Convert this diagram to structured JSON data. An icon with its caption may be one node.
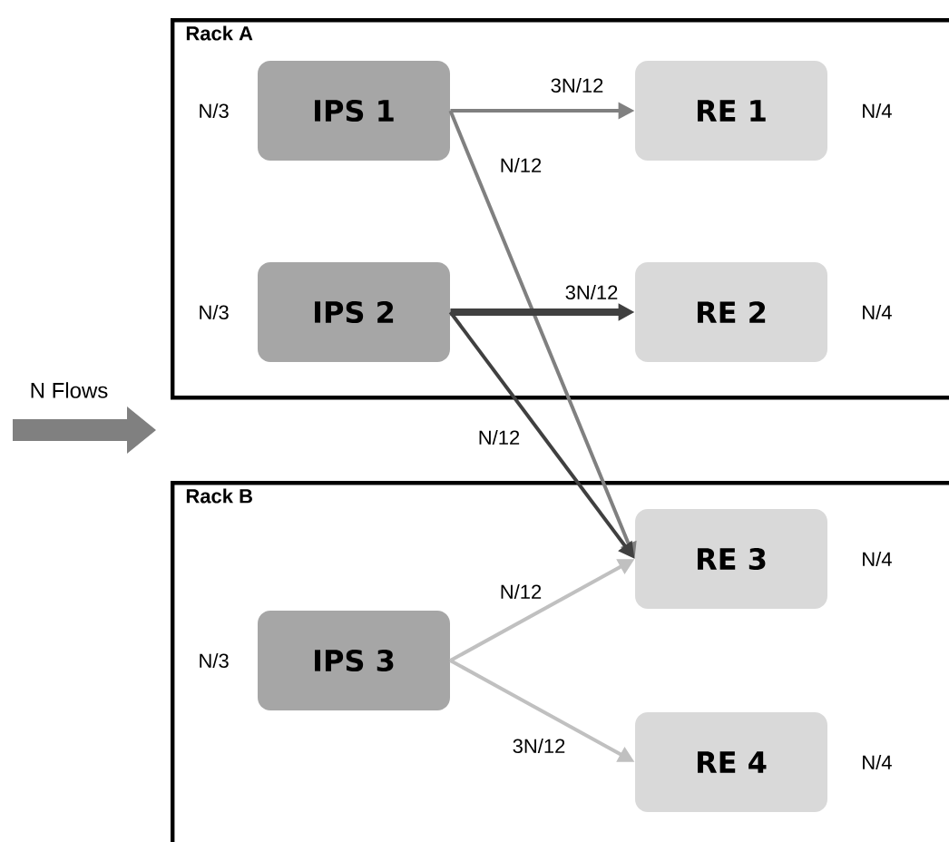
{
  "diagram": {
    "nodes": [
      {
        "text": [
          "Rack A"
        ]
      },
      {
        "text": [
          "IPS 1"
        ],
        "in": 0,
        "beside": [
          "N/3"
        ]
      },
      {
        "text": [
          "RE 1"
        ],
        "in": 0,
        "beside": [
          "N/4"
        ]
      },
      {
        "text": [
          "IPS 2"
        ],
        "in": 0,
        "beside": [
          "N/3"
        ]
      },
      {
        "text": [
          "RE 2"
        ],
        "in": 0,
        "beside": [
          "N/4"
        ]
      },
      {
        "text": [
          "Rack B"
        ]
      },
      {
        "text": [
          "RE 3"
        ],
        "in": 5,
        "beside": [
          "N/4"
        ]
      },
      {
        "text": [
          "IPS 3"
        ],
        "in": 5,
        "beside": [
          "N/3"
        ]
      },
      {
        "text": [
          "RE 4"
        ],
        "in": 5,
        "beside": [
          "N/4"
        ]
      }
    ],
    "edges": [
      {
        "from": 1,
        "to": 2,
        "arrow": "to",
        "label": "3N/12",
        "color": "#808080"
      },
      {
        "from": 1,
        "to": 6,
        "arrow": "to",
        "label": "N/12",
        "color": "#808080"
      },
      {
        "from": 3,
        "to": 4,
        "arrow": "to",
        "label": "3N/12",
        "color": "#404040",
        "style": "thick"
      },
      {
        "from": 3,
        "to": 6,
        "arrow": "to",
        "label": "N/12",
        "color": "#404040"
      },
      {
        "from": 7,
        "to": 6,
        "arrow": "to",
        "label": "N/12",
        "color": "#c0c0c0"
      },
      {
        "from": 7,
        "to": 8,
        "arrow": "to",
        "label": "3N/12",
        "color": "#c0c0c0"
      }
    ],
    "labels": [
      "N Flows"
    ]
  }
}
